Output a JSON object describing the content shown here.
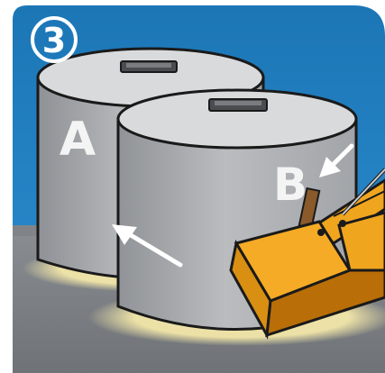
{
  "step_number": "3",
  "labels": {
    "tank_a": "A",
    "tank_b": "B"
  },
  "colors": {
    "sky": "#1c76b6",
    "ground": "#7f8387",
    "tank_side": "#a7aaad",
    "tank_top": "#d9dadb",
    "glow": "#f2e6a8",
    "bulldozer": "#f0a51f",
    "bulldozer_dark": "#b96e08",
    "label_text": "#f4f4f4"
  }
}
